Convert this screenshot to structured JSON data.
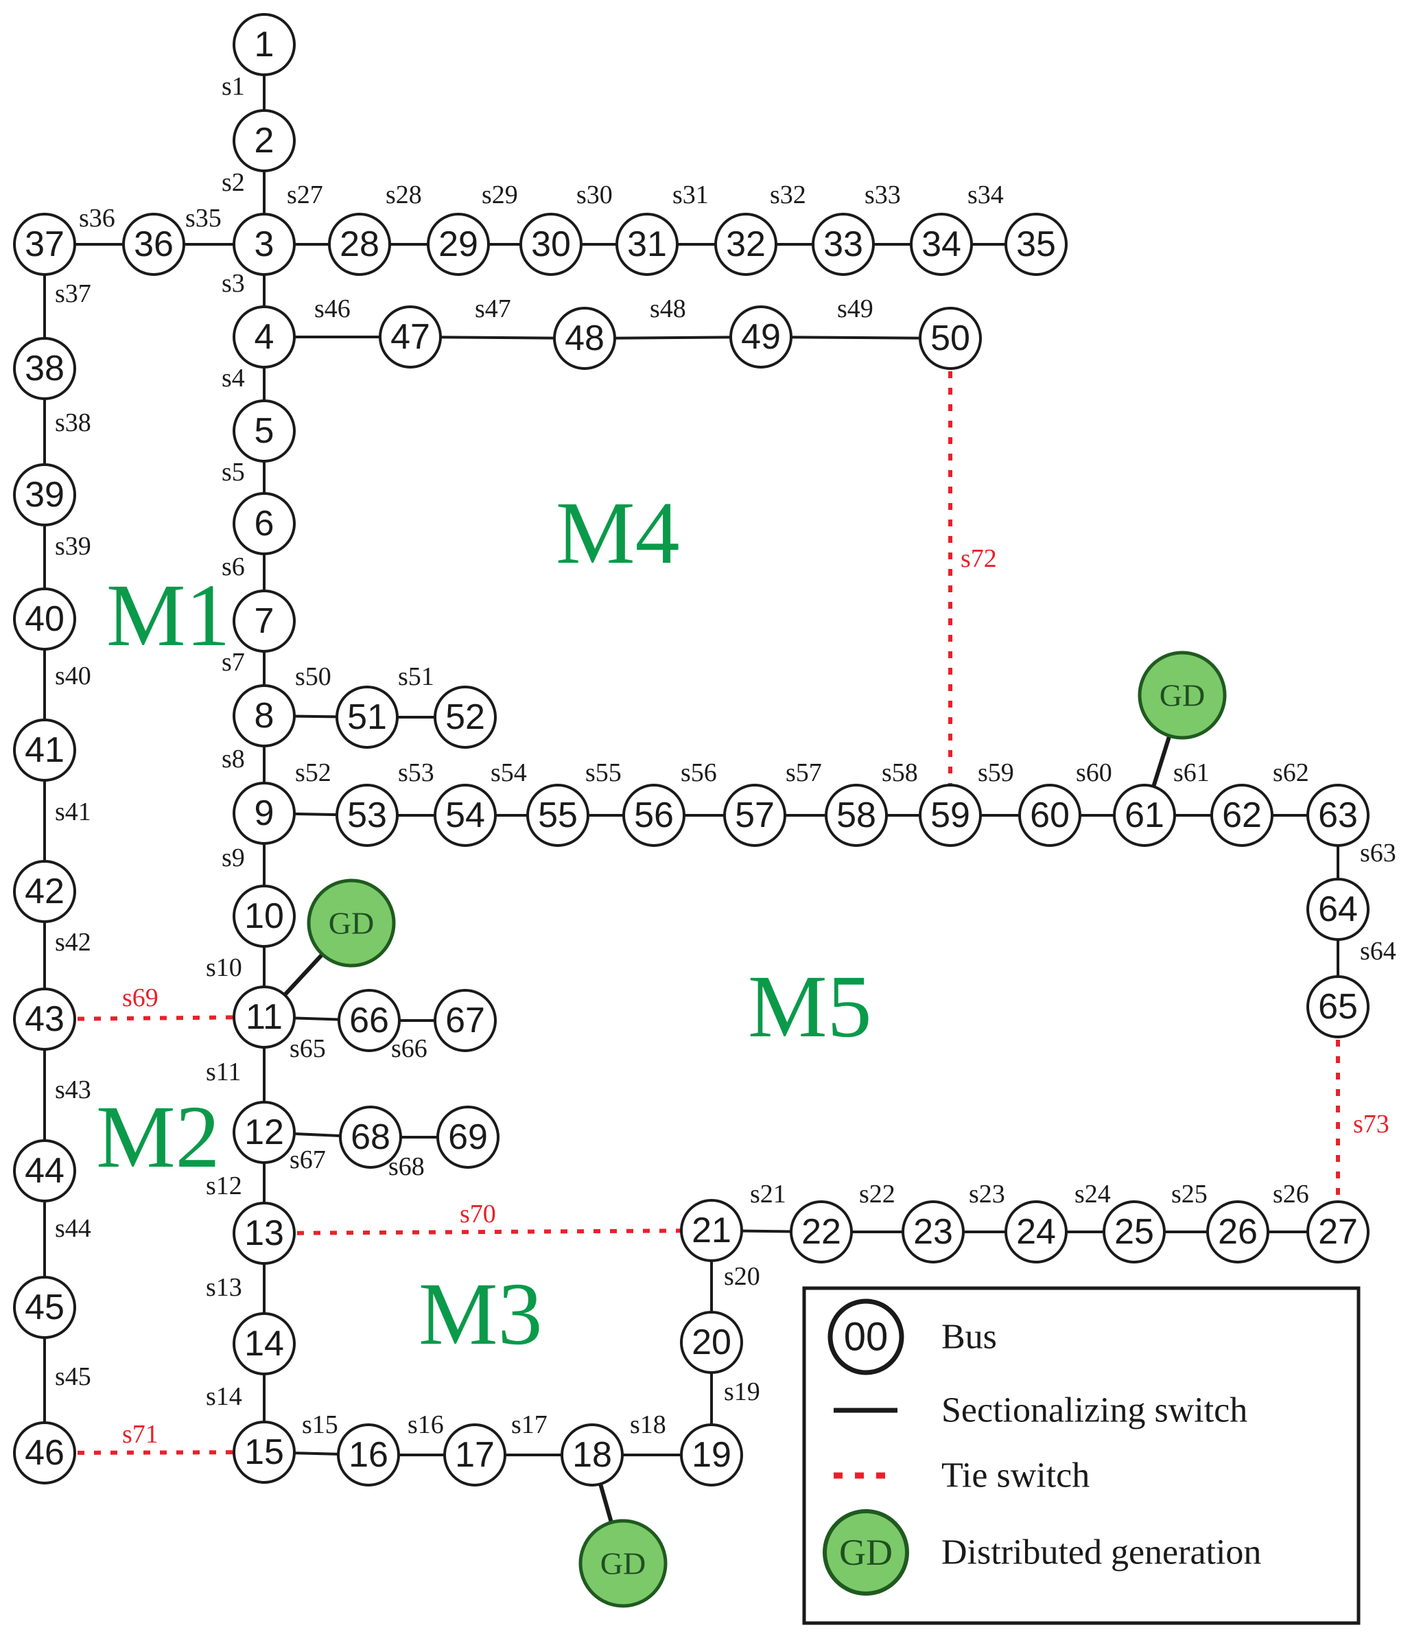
{
  "colors": {
    "gd_fill": "#7cc96a",
    "tie_switch": "#e8212a",
    "region_label": "#0a9a4a"
  },
  "regions": [
    "M1",
    "M2",
    "M3",
    "M4",
    "M5"
  ],
  "buses": [
    "1",
    "2",
    "3",
    "4",
    "5",
    "6",
    "7",
    "8",
    "9",
    "10",
    "11",
    "12",
    "13",
    "14",
    "15",
    "16",
    "17",
    "18",
    "19",
    "20",
    "21",
    "22",
    "23",
    "24",
    "25",
    "26",
    "27",
    "28",
    "29",
    "30",
    "31",
    "32",
    "33",
    "34",
    "35",
    "36",
    "37",
    "38",
    "39",
    "40",
    "41",
    "42",
    "43",
    "44",
    "45",
    "46",
    "47",
    "48",
    "49",
    "50",
    "51",
    "52",
    "53",
    "54",
    "55",
    "56",
    "57",
    "58",
    "59",
    "60",
    "61",
    "62",
    "63",
    "64",
    "65",
    "66",
    "67",
    "68",
    "69"
  ],
  "generators": [
    {
      "id": "gd-11",
      "label": "GD",
      "bus": "11"
    },
    {
      "id": "gd-18",
      "label": "GD",
      "bus": "18"
    },
    {
      "id": "gd-61",
      "label": "GD",
      "bus": "61"
    }
  ],
  "sectionalizing_switches": [
    {
      "label": "s1",
      "from": "1",
      "to": "2"
    },
    {
      "label": "s2",
      "from": "2",
      "to": "3"
    },
    {
      "label": "s3",
      "from": "3",
      "to": "4"
    },
    {
      "label": "s4",
      "from": "4",
      "to": "5"
    },
    {
      "label": "s5",
      "from": "5",
      "to": "6"
    },
    {
      "label": "s6",
      "from": "6",
      "to": "7"
    },
    {
      "label": "s7",
      "from": "7",
      "to": "8"
    },
    {
      "label": "s8",
      "from": "8",
      "to": "9"
    },
    {
      "label": "s9",
      "from": "9",
      "to": "10"
    },
    {
      "label": "s10",
      "from": "10",
      "to": "11"
    },
    {
      "label": "s11",
      "from": "11",
      "to": "12"
    },
    {
      "label": "s12",
      "from": "12",
      "to": "13"
    },
    {
      "label": "s13",
      "from": "13",
      "to": "14"
    },
    {
      "label": "s14",
      "from": "14",
      "to": "15"
    },
    {
      "label": "s15",
      "from": "15",
      "to": "16"
    },
    {
      "label": "s16",
      "from": "16",
      "to": "17"
    },
    {
      "label": "s17",
      "from": "17",
      "to": "18"
    },
    {
      "label": "s18",
      "from": "18",
      "to": "19"
    },
    {
      "label": "s19",
      "from": "19",
      "to": "20"
    },
    {
      "label": "s20",
      "from": "20",
      "to": "21"
    },
    {
      "label": "s21",
      "from": "21",
      "to": "22"
    },
    {
      "label": "s22",
      "from": "22",
      "to": "23"
    },
    {
      "label": "s23",
      "from": "23",
      "to": "24"
    },
    {
      "label": "s24",
      "from": "24",
      "to": "25"
    },
    {
      "label": "s25",
      "from": "25",
      "to": "26"
    },
    {
      "label": "s26",
      "from": "26",
      "to": "27"
    },
    {
      "label": "s27",
      "from": "3",
      "to": "28"
    },
    {
      "label": "s28",
      "from": "28",
      "to": "29"
    },
    {
      "label": "s29",
      "from": "29",
      "to": "30"
    },
    {
      "label": "s30",
      "from": "30",
      "to": "31"
    },
    {
      "label": "s31",
      "from": "31",
      "to": "32"
    },
    {
      "label": "s32",
      "from": "32",
      "to": "33"
    },
    {
      "label": "s33",
      "from": "33",
      "to": "34"
    },
    {
      "label": "s34",
      "from": "34",
      "to": "35"
    },
    {
      "label": "s35",
      "from": "3",
      "to": "36"
    },
    {
      "label": "s36",
      "from": "36",
      "to": "37"
    },
    {
      "label": "s37",
      "from": "37",
      "to": "38"
    },
    {
      "label": "s38",
      "from": "38",
      "to": "39"
    },
    {
      "label": "s39",
      "from": "39",
      "to": "40"
    },
    {
      "label": "s40",
      "from": "40",
      "to": "41"
    },
    {
      "label": "s41",
      "from": "41",
      "to": "42"
    },
    {
      "label": "s42",
      "from": "42",
      "to": "43"
    },
    {
      "label": "s43",
      "from": "43",
      "to": "44"
    },
    {
      "label": "s44",
      "from": "44",
      "to": "45"
    },
    {
      "label": "s45",
      "from": "45",
      "to": "46"
    },
    {
      "label": "s46",
      "from": "4",
      "to": "47"
    },
    {
      "label": "s47",
      "from": "47",
      "to": "48"
    },
    {
      "label": "s48",
      "from": "48",
      "to": "49"
    },
    {
      "label": "s49",
      "from": "49",
      "to": "50"
    },
    {
      "label": "s50",
      "from": "8",
      "to": "51"
    },
    {
      "label": "s51",
      "from": "51",
      "to": "52"
    },
    {
      "label": "s52",
      "from": "9",
      "to": "53"
    },
    {
      "label": "s53",
      "from": "53",
      "to": "54"
    },
    {
      "label": "s54",
      "from": "54",
      "to": "55"
    },
    {
      "label": "s55",
      "from": "55",
      "to": "56"
    },
    {
      "label": "s56",
      "from": "56",
      "to": "57"
    },
    {
      "label": "s57",
      "from": "57",
      "to": "58"
    },
    {
      "label": "s58",
      "from": "58",
      "to": "59"
    },
    {
      "label": "s59",
      "from": "59",
      "to": "60"
    },
    {
      "label": "s60",
      "from": "60",
      "to": "61"
    },
    {
      "label": "s61",
      "from": "61",
      "to": "62"
    },
    {
      "label": "s62",
      "from": "62",
      "to": "63"
    },
    {
      "label": "s63",
      "from": "63",
      "to": "64"
    },
    {
      "label": "s64",
      "from": "64",
      "to": "65"
    },
    {
      "label": "s65",
      "from": "11",
      "to": "66"
    },
    {
      "label": "s66",
      "from": "66",
      "to": "67"
    },
    {
      "label": "s67",
      "from": "12",
      "to": "68"
    },
    {
      "label": "s68",
      "from": "68",
      "to": "69"
    }
  ],
  "tie_switches": [
    {
      "label": "s69",
      "from": "43",
      "to": "11"
    },
    {
      "label": "s70",
      "from": "13",
      "to": "21"
    },
    {
      "label": "s71",
      "from": "46",
      "to": "15"
    },
    {
      "label": "s72",
      "from": "50",
      "to": "59"
    },
    {
      "label": "s73",
      "from": "65",
      "to": "27"
    }
  ],
  "legend": {
    "bus_symbol": "00",
    "bus": "Bus",
    "sectionalizing": "Sectionalizing switch",
    "tie": "Tie switch",
    "gd_symbol": "GD",
    "dg": "Distributed generation"
  }
}
